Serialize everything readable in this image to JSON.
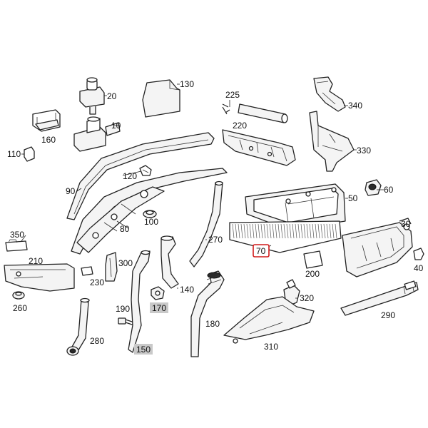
{
  "accent_color": "#d11a1a",
  "shaded_tag_color": "#c9c9c9",
  "highlighted_part": "70",
  "parts": {
    "p20": "20",
    "p10": "10",
    "p160": "160",
    "p110": "110",
    "p130": "130",
    "p225": "225",
    "p220": "220",
    "p340": "340",
    "p330": "330",
    "p90": "90",
    "p120": "120",
    "p80": "80",
    "p100": "100",
    "p270": "270",
    "p60": "60",
    "p50": "50",
    "p30": "30",
    "p70": "70",
    "p40": "40",
    "p200": "200",
    "p350": "350",
    "p210": "210",
    "p260": "260",
    "p300": "300",
    "p230": "230",
    "p140": "140",
    "p170": "170",
    "p190": "190",
    "p150": "150",
    "p180": "180",
    "p280": "280",
    "p320": "320",
    "p310": "310",
    "p290": "290"
  }
}
